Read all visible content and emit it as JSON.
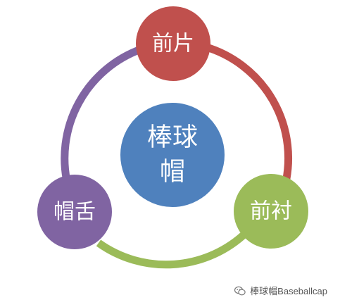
{
  "diagram": {
    "center": {
      "line1": "棒球",
      "line2": "帽",
      "color": "#4f81bd"
    },
    "nodes": [
      {
        "label": "前片",
        "color": "#c0504d"
      },
      {
        "label": "前衬",
        "color": "#9bbb59"
      },
      {
        "label": "帽舌",
        "color": "#8064a2"
      }
    ],
    "arcs": [
      {
        "from": "前片",
        "to": "前衬",
        "color": "#c0504d"
      },
      {
        "from": "前衬",
        "to": "帽舌",
        "color": "#9bbb59"
      },
      {
        "from": "帽舌",
        "to": "前片",
        "color": "#8064a2"
      }
    ]
  },
  "watermark": {
    "text": "棒球帽Baseballcap",
    "icon": "wechat-icon"
  }
}
